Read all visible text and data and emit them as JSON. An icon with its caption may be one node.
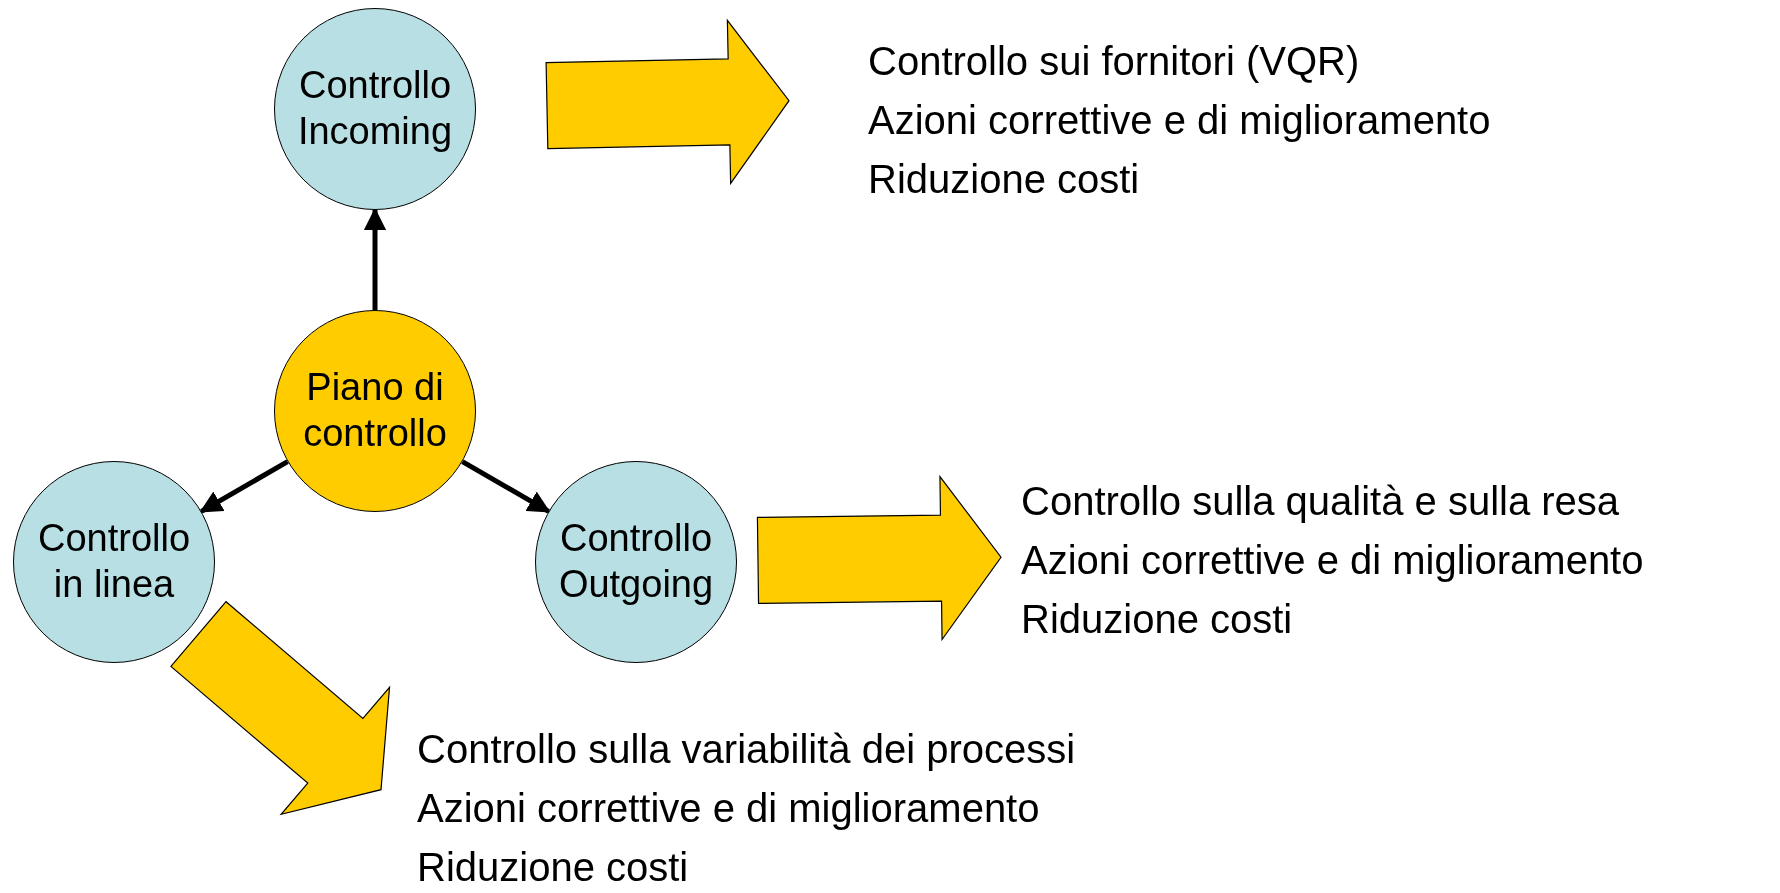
{
  "diagram": {
    "nodes": [
      {
        "text": [
          "Piano di controllo"
        ]
      },
      {
        "text": [
          "Controllo Incoming"
        ]
      },
      {
        "text": [
          "Controllo in linea"
        ]
      },
      {
        "text": [
          "Controllo Outgoing"
        ]
      },
      {
        "text": [
          "Controllo sui fornitori (VQR)",
          "Azioni correttive e di miglioramento",
          "Riduzione costi"
        ]
      },
      {
        "text": [
          "Controllo sulla qualità e sulla resa",
          "Azioni correttive e di miglioramento",
          "Riduzione costi"
        ]
      },
      {
        "text": [
          "Controllo sulla variabilità dei processi",
          "Azioni correttive e di miglioramento",
          "Riduzione costi"
        ]
      }
    ],
    "edges": [
      {
        "from": 0,
        "to": 1,
        "arrow": "to"
      },
      {
        "from": 0,
        "to": 2,
        "arrow": "to"
      },
      {
        "from": 0,
        "to": 3,
        "arrow": "to"
      },
      {
        "from": 1,
        "to": 4,
        "arrow": "to",
        "style": "thick",
        "color": "#ffcc00"
      },
      {
        "from": 3,
        "to": 5,
        "arrow": "to",
        "style": "thick",
        "color": "#ffcc00"
      },
      {
        "from": 2,
        "to": 6,
        "arrow": "to",
        "style": "thick",
        "color": "#ffcc00"
      }
    ]
  }
}
